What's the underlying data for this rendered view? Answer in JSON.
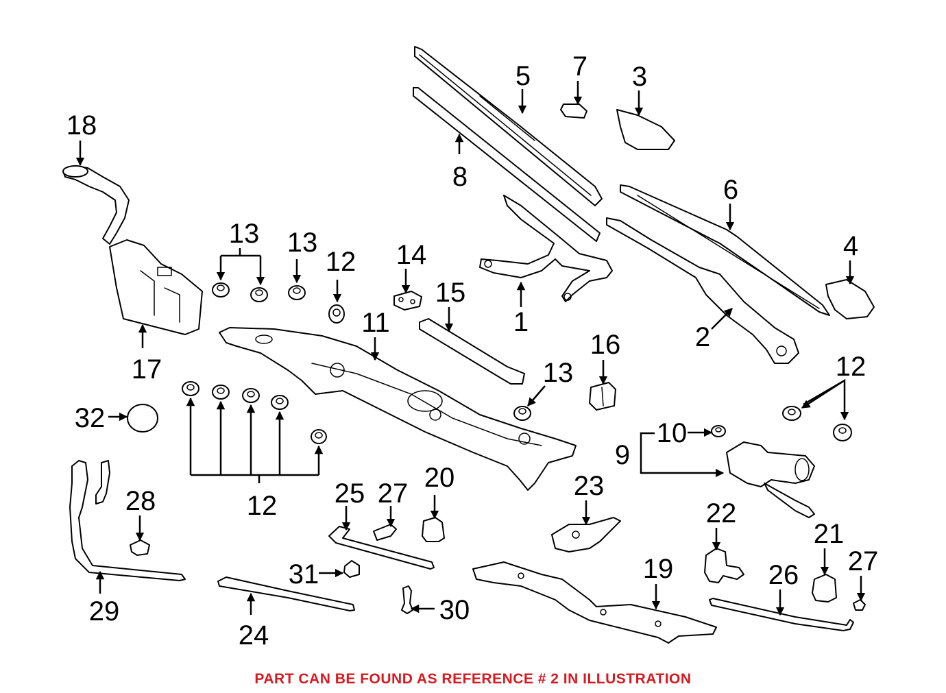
{
  "caption": "PART CAN BE FOUND AS REFERENCE # 2 IN ILLUSTRATION",
  "colors": {
    "caption": "#d71920",
    "lines": "#000000",
    "background": "#ffffff"
  },
  "callouts": [
    {
      "id": "c1",
      "label": "1"
    },
    {
      "id": "c2",
      "label": "2"
    },
    {
      "id": "c3",
      "label": "3"
    },
    {
      "id": "c4",
      "label": "4"
    },
    {
      "id": "c5",
      "label": "5"
    },
    {
      "id": "c6",
      "label": "6"
    },
    {
      "id": "c7",
      "label": "7"
    },
    {
      "id": "c8",
      "label": "8"
    },
    {
      "id": "c9",
      "label": "9"
    },
    {
      "id": "c10",
      "label": "10"
    },
    {
      "id": "c11",
      "label": "11"
    },
    {
      "id": "c12a",
      "label": "12"
    },
    {
      "id": "c12b",
      "label": "12"
    },
    {
      "id": "c12c",
      "label": "12"
    },
    {
      "id": "c13a",
      "label": "13"
    },
    {
      "id": "c13b",
      "label": "13"
    },
    {
      "id": "c13c",
      "label": "13"
    },
    {
      "id": "c14",
      "label": "14"
    },
    {
      "id": "c15",
      "label": "15"
    },
    {
      "id": "c16",
      "label": "16"
    },
    {
      "id": "c17",
      "label": "17"
    },
    {
      "id": "c18",
      "label": "18"
    },
    {
      "id": "c19",
      "label": "19"
    },
    {
      "id": "c20",
      "label": "20"
    },
    {
      "id": "c21",
      "label": "21"
    },
    {
      "id": "c22",
      "label": "22"
    },
    {
      "id": "c23",
      "label": "23"
    },
    {
      "id": "c24",
      "label": "24"
    },
    {
      "id": "c25",
      "label": "25"
    },
    {
      "id": "c26",
      "label": "26"
    },
    {
      "id": "c27a",
      "label": "27"
    },
    {
      "id": "c27b",
      "label": "27"
    },
    {
      "id": "c28",
      "label": "28"
    },
    {
      "id": "c29",
      "label": "29"
    },
    {
      "id": "c30",
      "label": "30"
    },
    {
      "id": "c31",
      "label": "31"
    },
    {
      "id": "c32",
      "label": "32"
    }
  ]
}
